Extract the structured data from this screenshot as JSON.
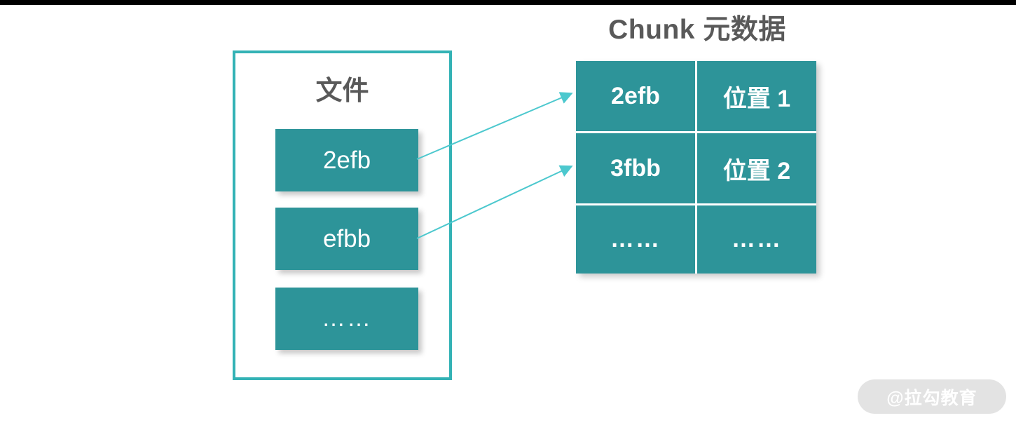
{
  "page": {
    "background_color": "#ffffff",
    "top_bar_color": "#000000",
    "accent_teal": "#2d9499",
    "border_teal": "#33b2b5",
    "arrow_color": "#4cc8ce",
    "text_gray": "#595959"
  },
  "file_panel": {
    "title": "文件",
    "blocks": [
      {
        "label": "2efb"
      },
      {
        "label": "efbb"
      },
      {
        "label": "……"
      }
    ]
  },
  "metadata": {
    "title": "Chunk 元数据",
    "rows": [
      {
        "chunk": "2efb",
        "location": "位置 1"
      },
      {
        "chunk": "3fbb",
        "location": "位置 2"
      },
      {
        "chunk": "……",
        "location": "……"
      }
    ]
  },
  "arrows": [
    {
      "from": "file-block-2efb",
      "to": "meta-row-1"
    },
    {
      "from": "file-block-efbb",
      "to": "meta-row-2"
    }
  ],
  "watermark": {
    "text": "@拉勾教育"
  }
}
